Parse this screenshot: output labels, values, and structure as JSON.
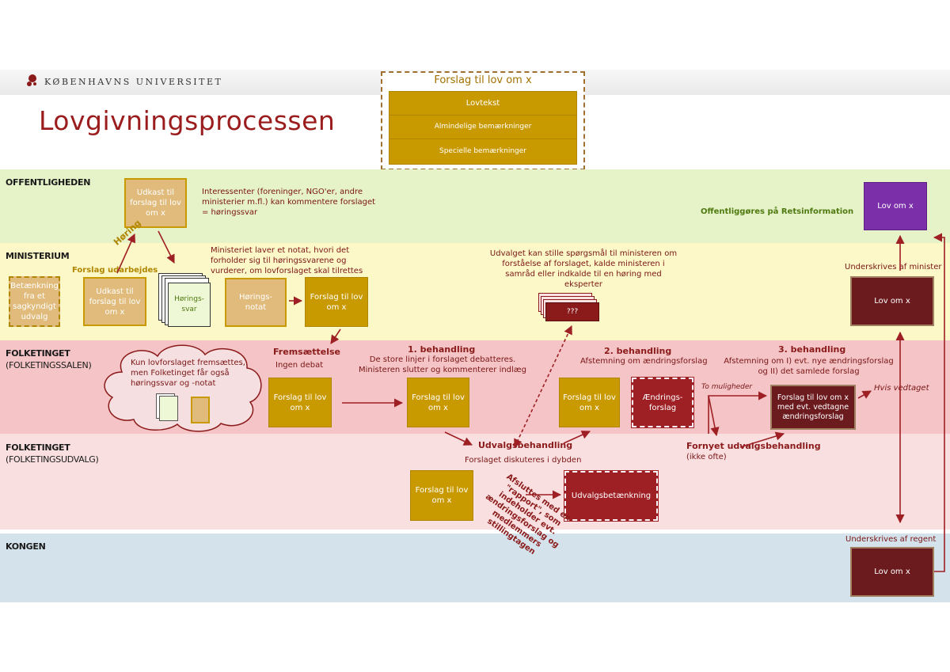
{
  "header": {
    "university": "KØBENHAVNS UNIVERSITET",
    "title": "Lovgivningsprocessen"
  },
  "legend": {
    "title": "Forslag til lov om x",
    "rows": [
      "Lovtekst",
      "Almindelige bemærkninger",
      "Specielle bemærkninger"
    ]
  },
  "bands": {
    "offentligheden": "OFFENTLIGHEDEN",
    "ministerium": "MINISTERIUM",
    "folketinget_salen": "FOLKETINGET",
    "folketinget_salen_sub": "(FOLKETINGSSALEN)",
    "folketinget_udvalg": "FOLKETINGET",
    "folketinget_udvalg_sub": "(FOLKETINGSUDVALG)",
    "kongen": "KONGEN"
  },
  "boxes": {
    "udkast_public": "Udkast til forslag til lov om x",
    "udkast_ministry": "Udkast til forslag til lov om x",
    "betaenkning": "Betænkning fra et sagkyndigt udvalg",
    "horingssvar": "Hørings-svar",
    "horingsnotat": "Hørings-notat",
    "forslag_ministry": "Forslag til lov om x",
    "forslag_fremsaettelse": "Forslag til lov om x",
    "forslag_1beh": "Forslag til lov om x",
    "forslag_2beh": "Forslag til lov om x",
    "aendringsforslag": "Ændrings-forslag",
    "forslag_3beh": "Forslag til lov om x med evt. vedtagne ændringsforslag",
    "forslag_udvalg": "Forslag til lov om x",
    "udvalgsbetaenkning": "Udvalgsbetænkning",
    "questions": "???",
    "lov_offentlig": "Lov om x",
    "lov_minister": "Lov om x",
    "lov_regent": "Lov om x"
  },
  "texts": {
    "interessenter": "Interessenter (foreninger, NGO'er, andre ministerier m.fl.) kan kommentere forslaget = høringssvar",
    "hoering": "Høring",
    "forslag_udarbejdes": "Forslag udarbejdes",
    "ministeriet": "Ministeriet laver et notat, hvori det forholder sig til høringssvarene og vurderer, om lovforslaget skal tilrettes",
    "udvalget": "Udvalget kan stille spørgsmål til ministeren om forståelse af forslaget, kalde ministeren i samråd eller indkalde til en høring med eksperter",
    "offentliggoeres": "Offentliggøres på Retsinformation",
    "underskrives_minister": "Underskrives af minister",
    "underskrives_regent": "Underskrives af regent",
    "cloud": "Kun lovforslaget fremsættes, men Folketinget får også høringssvar og -notat",
    "fremsaettelse_title": "Fremsættelse",
    "fremsaettelse_sub": "Ingen debat",
    "beh1_title": "1. behandling",
    "beh1_sub": "De store linjer i forslaget debatteres. Ministeren slutter og kommenterer indlæg",
    "beh2_title": "2. behandling",
    "beh2_sub": "Afstemning om ændringsforslag",
    "beh3_title": "3. behandling",
    "beh3_sub": "Afstemning om I) evt. nye ændringsforslag og II) det samlede forslag",
    "to_muligheder": "To muligheder",
    "hvis_vedtaget": "Hvis vedtaget",
    "udvalgsbehandling_title": "Udvalgsbehandling",
    "udvalgsbehandling_sub": "Forslaget diskuteres i dybden",
    "fornyet_title": "Fornyet udvalgsbehandling",
    "fornyet_sub": "(ikke ofte)",
    "afsluttes": "Afsluttes med en \"rapport\", som indeholder evt. ændringsforslag og medlemmers stillingtagen"
  },
  "colors": {
    "offentligheden_bg": "#e6f2c8",
    "ministerium_bg": "#fcf8c8",
    "folketingssalen_bg": "#f4c4c6",
    "folketingsudvalg_bg": "#f9dfe0",
    "kongen_bg": "#d4e2eb",
    "accent_red": "#8b1a1a",
    "gold": "#c99a00"
  }
}
